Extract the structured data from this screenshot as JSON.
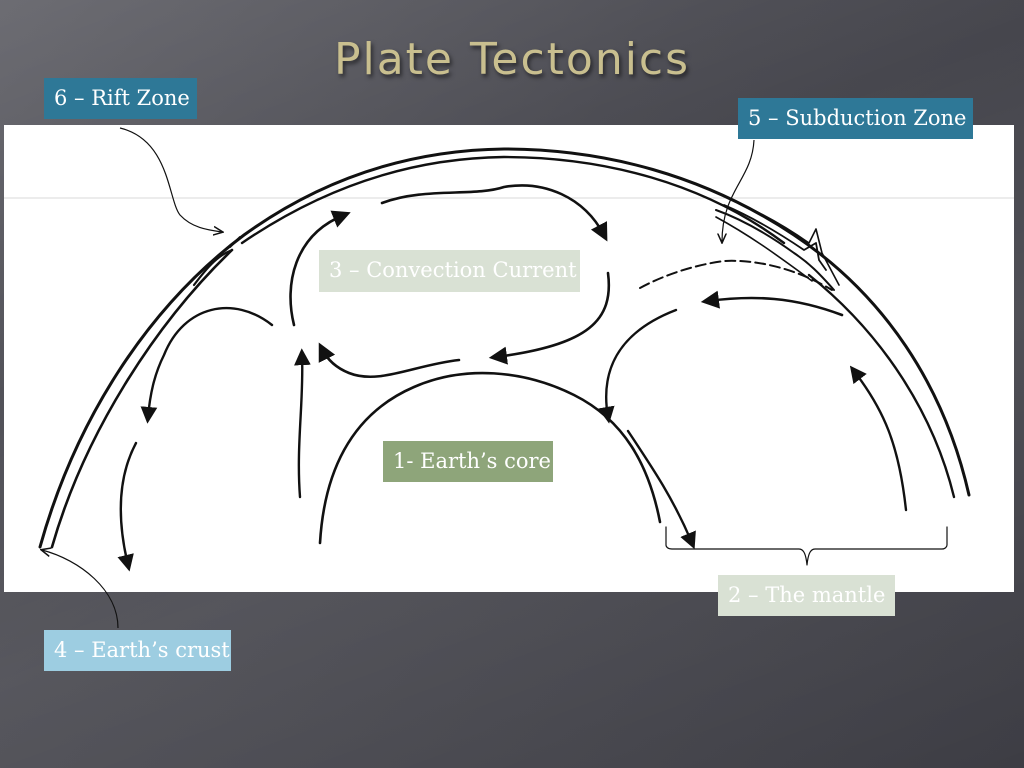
{
  "slide": {
    "title": "Plate Tectonics"
  },
  "labels": {
    "rift_zone": "6 – Rift Zone",
    "subduction_zone": "5 – Subduction Zone",
    "convection_current": "3 – Convection Current",
    "earths_core": "1- Earth’s core",
    "the_mantle": "2 – The mantle",
    "earths_crust": "4 – Earth’s crust"
  },
  "colors": {
    "title": "#c9bf8f",
    "label_blue": "#2e7897",
    "label_light_blue": "#9dcde1",
    "label_green": "#8ea57a",
    "label_pale_green": "#d9e1d4"
  }
}
